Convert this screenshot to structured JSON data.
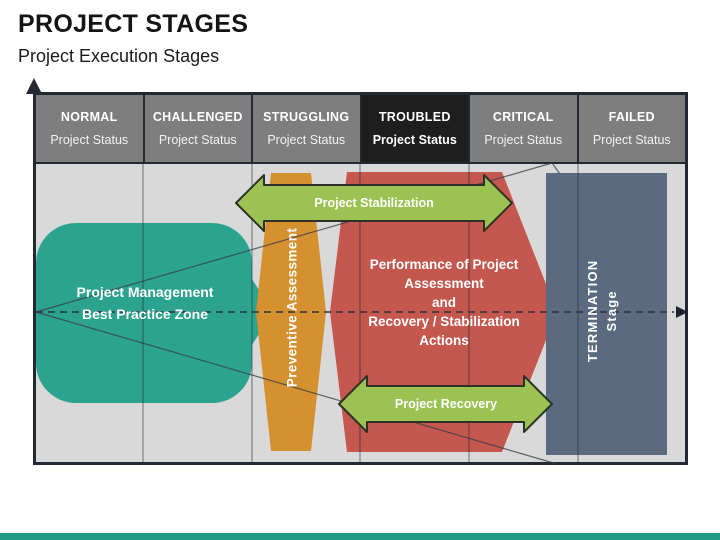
{
  "page": {
    "title": "PROJECT STAGES",
    "subtitle": "Project Execution Stages"
  },
  "header_columns": [
    {
      "status": "NORMAL",
      "label": "Project Status",
      "highlighted": false
    },
    {
      "status": "CHALLENGED",
      "label": "Project Status",
      "highlighted": false
    },
    {
      "status": "STRUGGLING",
      "label": "Project Status",
      "highlighted": false
    },
    {
      "status": "TROUBLED",
      "label": "Project Status",
      "highlighted": true
    },
    {
      "status": "CRITICAL",
      "label": "Project Status",
      "highlighted": false
    },
    {
      "status": "FAILED",
      "label": "Project Status",
      "highlighted": false
    }
  ],
  "zones": {
    "best_practice": "Project Management\nBest Practice Zone",
    "preventive": "Preventive Assessment",
    "performance": "Performance of Project\nAssessment\nand\nRecovery / Stabilization\nActions",
    "termination": "TERMINATION\nStage"
  },
  "arrows": {
    "stabilization": "Project Stabilization",
    "recovery": "Project Recovery"
  },
  "colors": {
    "teal_zone": "#2ca38e",
    "orange_zone": "#d5902f",
    "red_zone": "#c4574e",
    "slate_zone": "#5b6a7e",
    "green_arrow": "#9cc253",
    "header_gray": "#7e7e7e",
    "header_dark": "#1e1e1e",
    "body_bg": "#d9d9d9",
    "frame_border": "#222935",
    "footer_bar": "#219a83"
  }
}
